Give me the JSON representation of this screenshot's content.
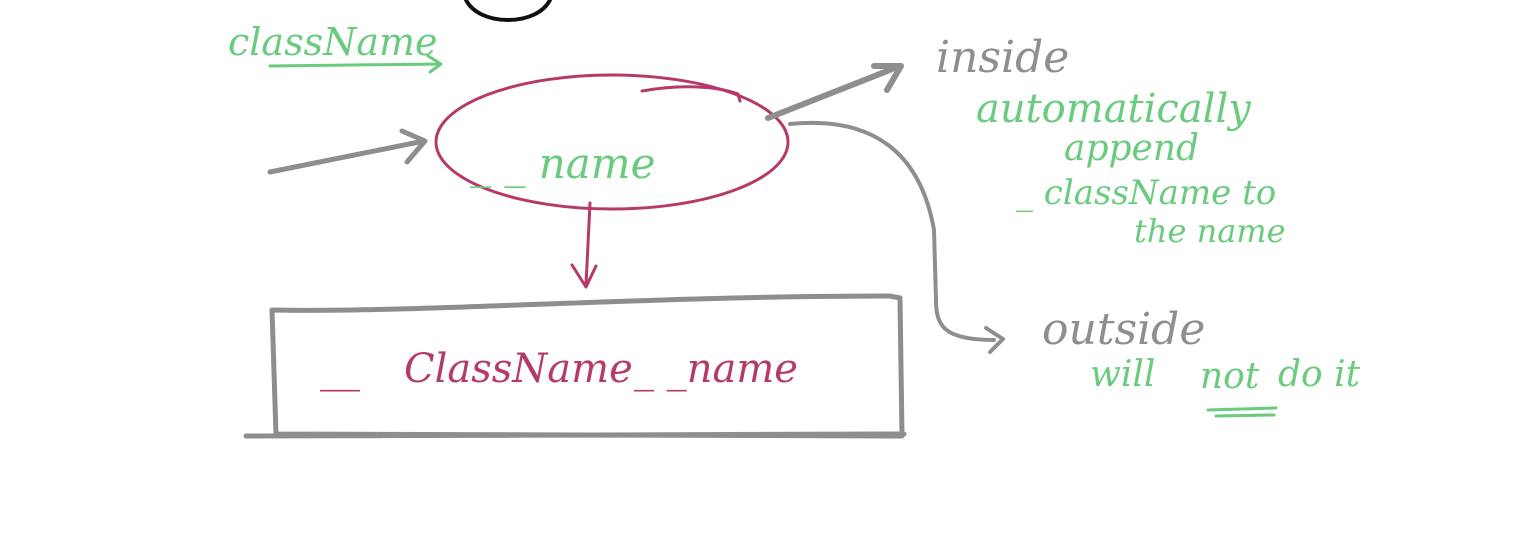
{
  "labels": {
    "classname_top": "className",
    "ellipse_text": "_ _ name",
    "box_text_prefix": "__",
    "box_text_classname": "ClassName",
    "box_text_suffix": "_ _name",
    "inside": "inside",
    "inside_note_1": "automatically",
    "inside_note_2": "append",
    "inside_note_3": "_ className to",
    "inside_note_4": "the name",
    "outside": "outside",
    "outside_note_will": "will",
    "outside_note_not": "not",
    "outside_note_do_it": "do it"
  },
  "colors": {
    "green": "#6acb7f",
    "gray": "#8e8e8e",
    "maroon": "#b53a69",
    "black": "#111111"
  }
}
